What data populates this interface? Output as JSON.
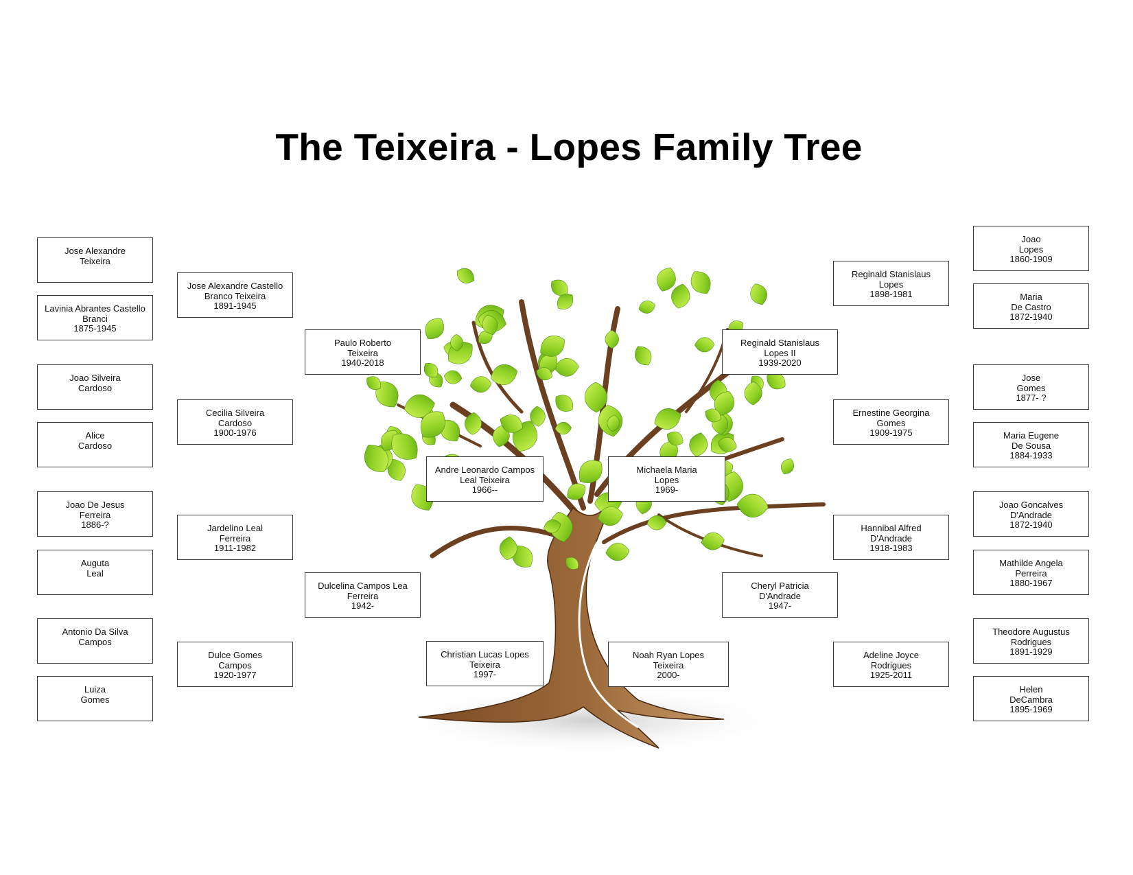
{
  "title": "The Teixeira - Lopes Family Tree",
  "colors": {
    "leaf": "#8fd124",
    "leaf_light": "#c8f04a",
    "trunk": "#8b5a2b",
    "trunk_light": "#b07a45",
    "border": "#3a3a3a"
  },
  "people": {
    "jose_alexandre_teixeira": "Jose Alexandre\nTeixeira",
    "lavinia_abrantes": "Lavinia Abrantes Castello\nBranci\n1875-1945",
    "joao_silveira_cardoso": "Joao Silveira\nCardoso",
    "alice_cardoso": "Alice\nCardoso",
    "joao_de_jesus_ferreira": "Joao De Jesus\nFerreira\n1886-?",
    "auguta_leal": "Auguta\nLeal",
    "antonio_da_silva_campos": "Antonio Da Silva\nCampos",
    "luiza_gomes": "Luiza\nGomes",
    "jose_alexandre_castello": "Jose Alexandre Castello\nBranco Teixeira\n1891-1945",
    "cecilia_silveira_cardoso": "Cecilia Silveira\nCardoso\n1900-1976",
    "jardelino_leal_ferreira": "Jardelino Leal\nFerreira\n1911-1982",
    "dulce_gomes_campos": "Dulce Gomes\nCampos\n1920-1977",
    "paulo_roberto_teixeira": "Paulo Roberto\nTeixeira\n1940-2018",
    "dulcelina_campos": "Dulcelina Campos Lea\nFerreira\n1942-",
    "andre_leonardo": "Andre Leonardo Campos\nLeal Teixeira\n1966--",
    "michaela_maria_lopes": "Michaela Maria\nLopes\n1969-",
    "christian_lucas": "Christian Lucas Lopes\nTeixeira\n1997-",
    "noah_ryan": "Noah Ryan Lopes\nTeixeira\n2000-",
    "reginald_ii": "Reginald Stanislaus\nLopes II\n1939-2020",
    "cheryl_patricia": "Cheryl Patricia\nD'Andrade\n1947-",
    "reginald_lopes": "Reginald Stanislaus\nLopes\n1898-1981",
    "ernestine_gomes": "Ernestine Georgina\nGomes\n1909-1975",
    "hannibal_dandrade": "Hannibal Alfred\nD'Andrade\n1918-1983",
    "adeline_rodrigues": "Adeline Joyce\nRodrigues\n1925-2011",
    "joao_lopes": "Joao\nLopes\n1860-1909",
    "maria_de_castro": "Maria\nDe Castro\n1872-1940",
    "jose_gomes": "Jose\nGomes\n1877- ?",
    "maria_eugene": "Maria Eugene\nDe Sousa\n1884-1933",
    "joao_goncalves": "Joao Goncalves\nD'Andrade\n1872-1940",
    "mathilde_perreira": "Mathilde Angela\nPerreira\n1880-1967",
    "theodore_rodrigues": "Theodore Augustus\nRodrigues\n1891-1929",
    "helen_decambra": "Helen\nDeCambra\n1895-1969"
  }
}
